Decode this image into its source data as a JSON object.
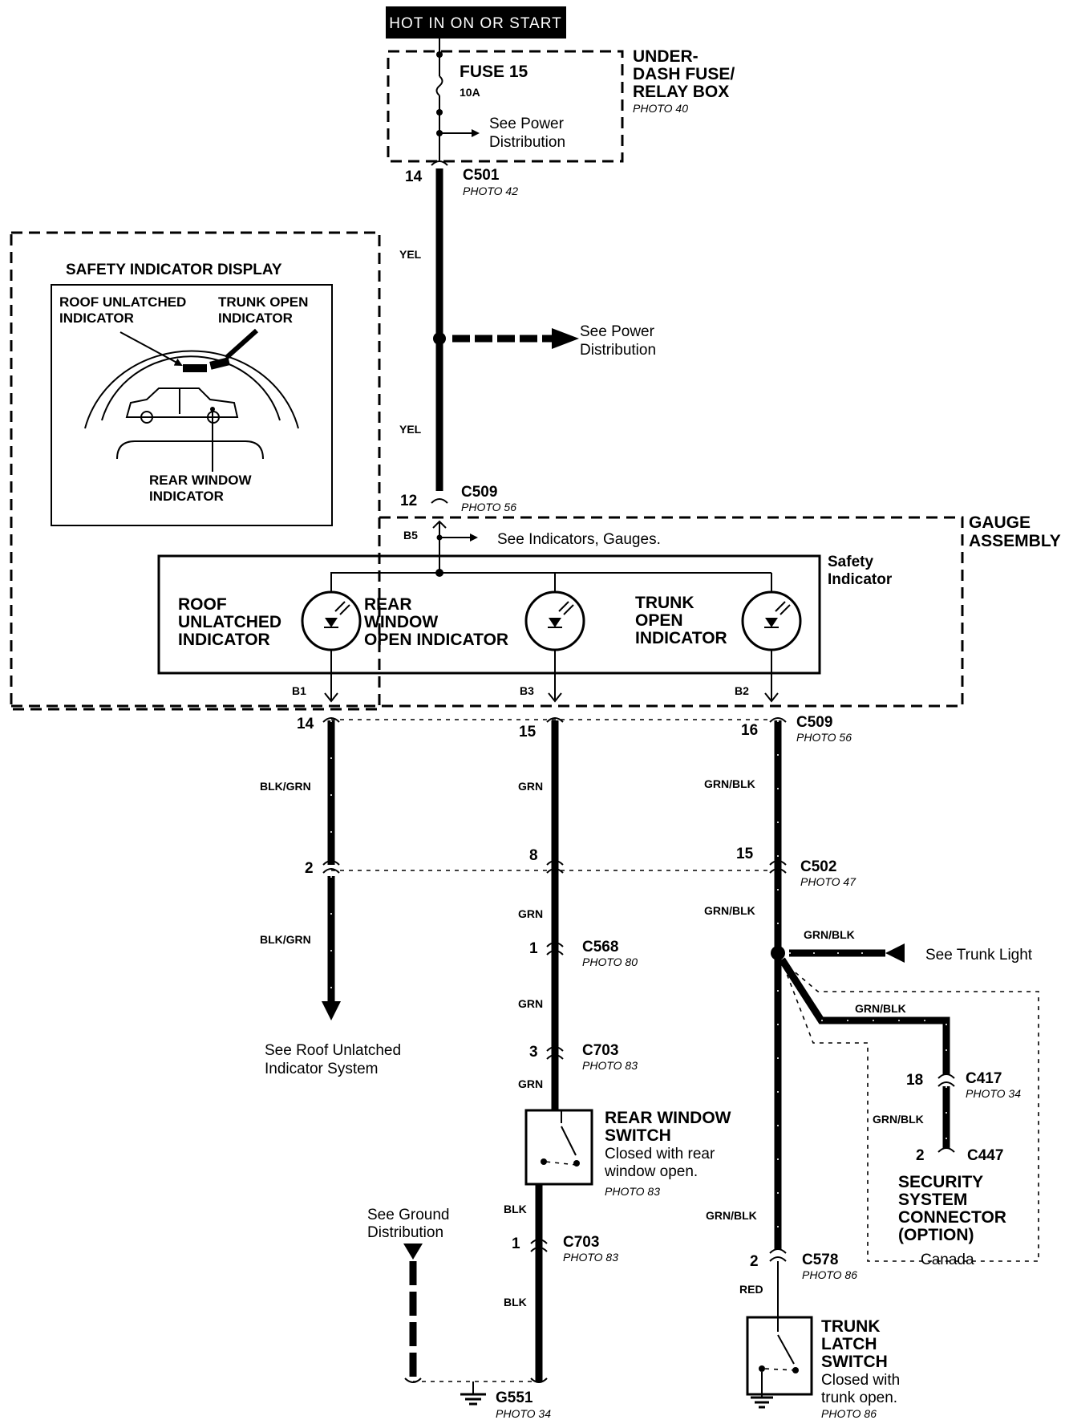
{
  "power": {
    "source": "HOT IN ON OR START",
    "fuse": "FUSE 15",
    "fuse_rating": "10A",
    "see_power_1": "See Power",
    "see_power_2": "Distribution",
    "box_line1": "UNDER-",
    "box_line2": "DASH FUSE/",
    "box_line3": "RELAY BOX",
    "box_photo": "PHOTO 40"
  },
  "top_connectors": {
    "c501_pin": "14",
    "c501": "C501",
    "c501_photo": "PHOTO 42",
    "wire1": "YEL",
    "wire2": "YEL",
    "see_power_1": "See Power",
    "see_power_2": "Distribution",
    "c509_pin": "12",
    "c509": "C509",
    "c509_photo": "PHOTO 56"
  },
  "display_inset": {
    "title": "SAFETY INDICATOR DISPLAY",
    "roof_1": "ROOF UNLATCHED",
    "roof_2": "INDICATOR",
    "trunk_1": "TRUNK OPEN",
    "trunk_2": "INDICATOR",
    "rear_1": "REAR WINDOW",
    "rear_2": "INDICATOR"
  },
  "gauge": {
    "assembly_1": "GAUGE",
    "assembly_2": "ASSEMBLY",
    "b5": "B5",
    "see_indicators": "See Indicators, Gauges.",
    "safety_1": "Safety",
    "safety_2": "Indicator",
    "roof_1": "ROOF",
    "roof_2": "UNLATCHED",
    "roof_3": "INDICATOR",
    "rear_1": "REAR",
    "rear_2": "WINDOW",
    "rear_3": "OPEN INDICATOR",
    "trunk_1": "TRUNK",
    "trunk_2": "OPEN",
    "trunk_3": "INDICATOR",
    "b1": "B1",
    "b3": "B3",
    "b2": "B2"
  },
  "left_branch": {
    "pin_c509": "14",
    "wire1": "BLK/GRN",
    "pin_c502": "2",
    "wire2": "BLK/GRN",
    "see_1": "See Roof Unlatched",
    "see_2": "Indicator System"
  },
  "middle_branch": {
    "pin_c509": "15",
    "wire1": "GRN",
    "pin_c502": "8",
    "wire2": "GRN",
    "c568_pin": "1",
    "c568": "C568",
    "c568_photo": "PHOTO 80",
    "wire3": "GRN",
    "c703_pin": "3",
    "c703": "C703",
    "c703_photo": "PHOTO 83",
    "wire4": "GRN",
    "switch_1": "REAR WINDOW",
    "switch_2": "SWITCH",
    "switch_3": "Closed with rear",
    "switch_4": "window open.",
    "switch_photo": "PHOTO 83",
    "wire5": "BLK",
    "c703b_pin": "1",
    "c703b": "C703",
    "c703b_photo": "PHOTO 83",
    "wire6": "BLK",
    "ground_1": "See Ground",
    "ground_2": "Distribution",
    "g551": "G551",
    "g551_photo": "PHOTO 34"
  },
  "right_branch": {
    "pin_c509": "16",
    "c509": "C509",
    "c509_photo": "PHOTO 56",
    "wire1": "GRN/BLK",
    "pin_c502": "15",
    "c502": "C502",
    "c502_photo": "PHOTO 47",
    "wire2": "GRN/BLK",
    "trunk_wire": "GRN/BLK",
    "see_trunk": "See Trunk Light",
    "sec_wire": "GRN/BLK",
    "c417_pin": "18",
    "c417": "C417",
    "c417_photo": "PHOTO 34",
    "sec_wire2": "GRN/BLK",
    "c447_pin": "2",
    "c447": "C447",
    "security_1": "SECURITY",
    "security_2": "SYSTEM",
    "security_3": "CONNECTOR",
    "security_4": "(OPTION)",
    "canada": "Canada",
    "wire3": "GRN/BLK",
    "c578_pin": "2",
    "c578": "C578",
    "c578_photo": "PHOTO 86",
    "wire4": "RED",
    "switch_1": "TRUNK",
    "switch_2": "LATCH",
    "switch_3": "SWITCH",
    "switch_4": "Closed with",
    "switch_5": "trunk open.",
    "switch_photo": "PHOTO 86"
  }
}
